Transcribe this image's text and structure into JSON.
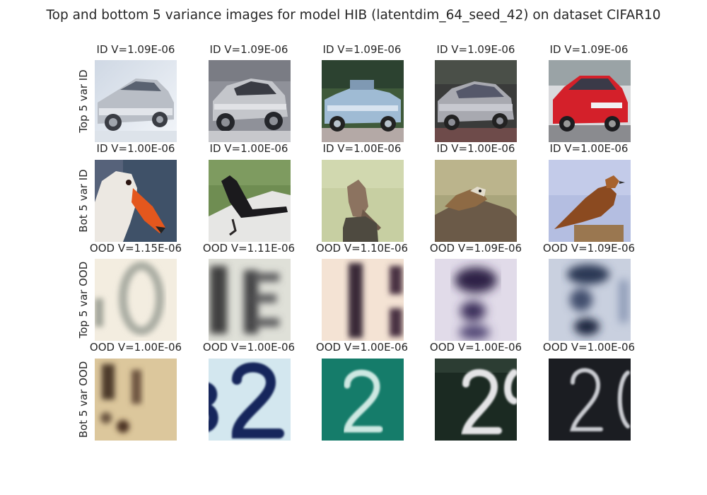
{
  "figure": {
    "title": "Top and bottom 5 variance images for model HIB (latentdim_64_seed_42) on dataset CIFAR10"
  },
  "rows": [
    {
      "label": "Top 5 var ID",
      "captions": [
        "ID V=1.09E-06",
        "ID V=1.09E-06",
        "ID V=1.09E-06",
        "ID V=1.09E-06",
        "ID V=1.09E-06"
      ],
      "images": [
        "silver-sedan-icon",
        "silver-car-side-icon",
        "blue-vintage-car-icon",
        "grey-sedan-icon",
        "red-hatchback-icon"
      ]
    },
    {
      "label": "Bot 5 var ID",
      "captions": [
        "ID V=1.00E-06",
        "ID V=1.00E-06",
        "ID V=1.00E-06",
        "ID V=1.00E-06",
        "ID V=1.00E-06"
      ],
      "images": [
        "goose-head-icon",
        "black-bird-icon",
        "bird-on-stump-icon",
        "sparrow-on-rock-icon",
        "brown-bird-icon"
      ]
    },
    {
      "label": "Top 5 var OOD",
      "captions": [
        "OOD V=1.15E-06",
        "OOD V=1.11E-06",
        "OOD V=1.10E-06",
        "OOD V=1.09E-06",
        "OOD V=1.09E-06"
      ],
      "images": [
        "blurry-digit-0-icon",
        "blurry-digit-8-icon",
        "blurry-digit-1-icon",
        "blurry-digit-purple-icon",
        "blurry-digit-blue-icon"
      ]
    },
    {
      "label": "Bot 5 var OOD",
      "captions": [
        "OOD V=1.00E-06",
        "OOD V=1.00E-06",
        "OOD V=1.00E-06",
        "OOD V=1.00E-06",
        "OOD V=1.00E-06"
      ],
      "images": [
        "blurry-digit-beige-icon",
        "digit-82-icon",
        "digit-2-teal-icon",
        "digit-2-dark-icon",
        "digit-26-dark-icon"
      ]
    }
  ]
}
